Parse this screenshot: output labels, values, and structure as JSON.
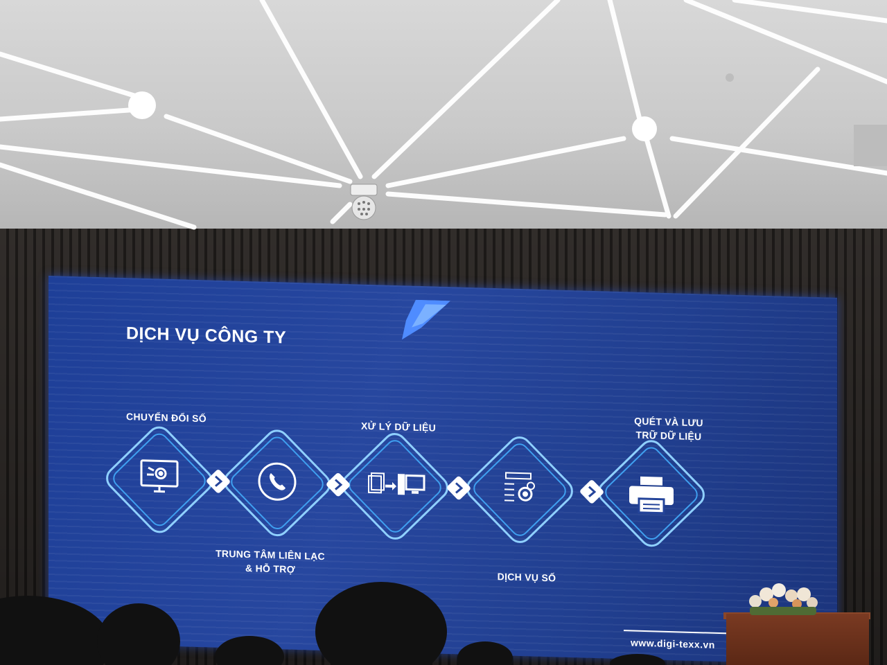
{
  "slide": {
    "title": "DỊCH VỤ CÔNG TY",
    "services": [
      {
        "label": "CHUYỂN ĐỔI SỐ",
        "icon": "computer-gear-icon"
      },
      {
        "label": "TRUNG TÂM LIÊN LẠC\n& HỖ TRỢ",
        "icon": "phone-icon"
      },
      {
        "label": "XỬ LÝ DỮ LIỆU",
        "icon": "document-to-computer-icon"
      },
      {
        "label": "DỊCH VỤ SỐ",
        "icon": "code-gear-icon"
      },
      {
        "label": "QUÉT VÀ LƯU\nTRỮ DỮ LIỆU",
        "icon": "printer-icon"
      }
    ],
    "website": "www.digi-texx.vn",
    "colors": {
      "background": "#24449a",
      "accent": "#5aa0ff",
      "text": "#ffffff"
    }
  }
}
